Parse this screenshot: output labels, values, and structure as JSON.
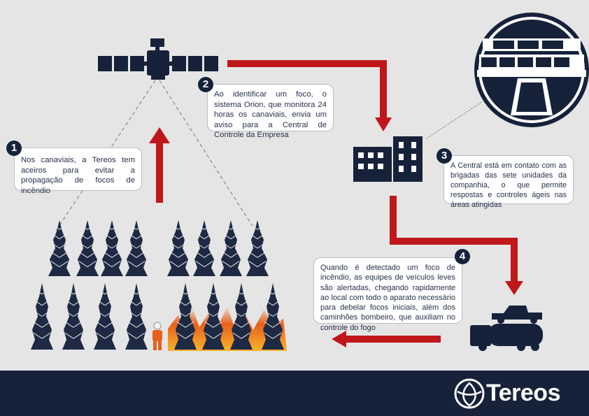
{
  "steps": [
    {
      "number": "1",
      "text": "Nos canaviais, a Tereos tem aceiros para evitar a propagação de focos de incêndio"
    },
    {
      "number": "2",
      "text": "Ao identificar um foco, o sistema Orion, que monitora 24 horas os canaviais, envia um aviso para a Central de Controle da Empresa"
    },
    {
      "number": "3",
      "text": "A Central está em contato com as brigadas das sete unidades da companhia, o que permite respostas e controles ágeis nas áreas atingidas"
    },
    {
      "number": "4",
      "text": "Quando é detectado um foco de incêndio, as equipes de veículos leves são alertadas, chegando rapidamente ao local com todo o aparato necessário para debelar focos iniciais, além dos caminhões bombeiro, que auxiliam no controle do fogo"
    }
  ],
  "footer": {
    "brand": "Tereos"
  },
  "colors": {
    "navy": "#16223a",
    "red": "#c0171b",
    "background": "#e5e5e5"
  }
}
